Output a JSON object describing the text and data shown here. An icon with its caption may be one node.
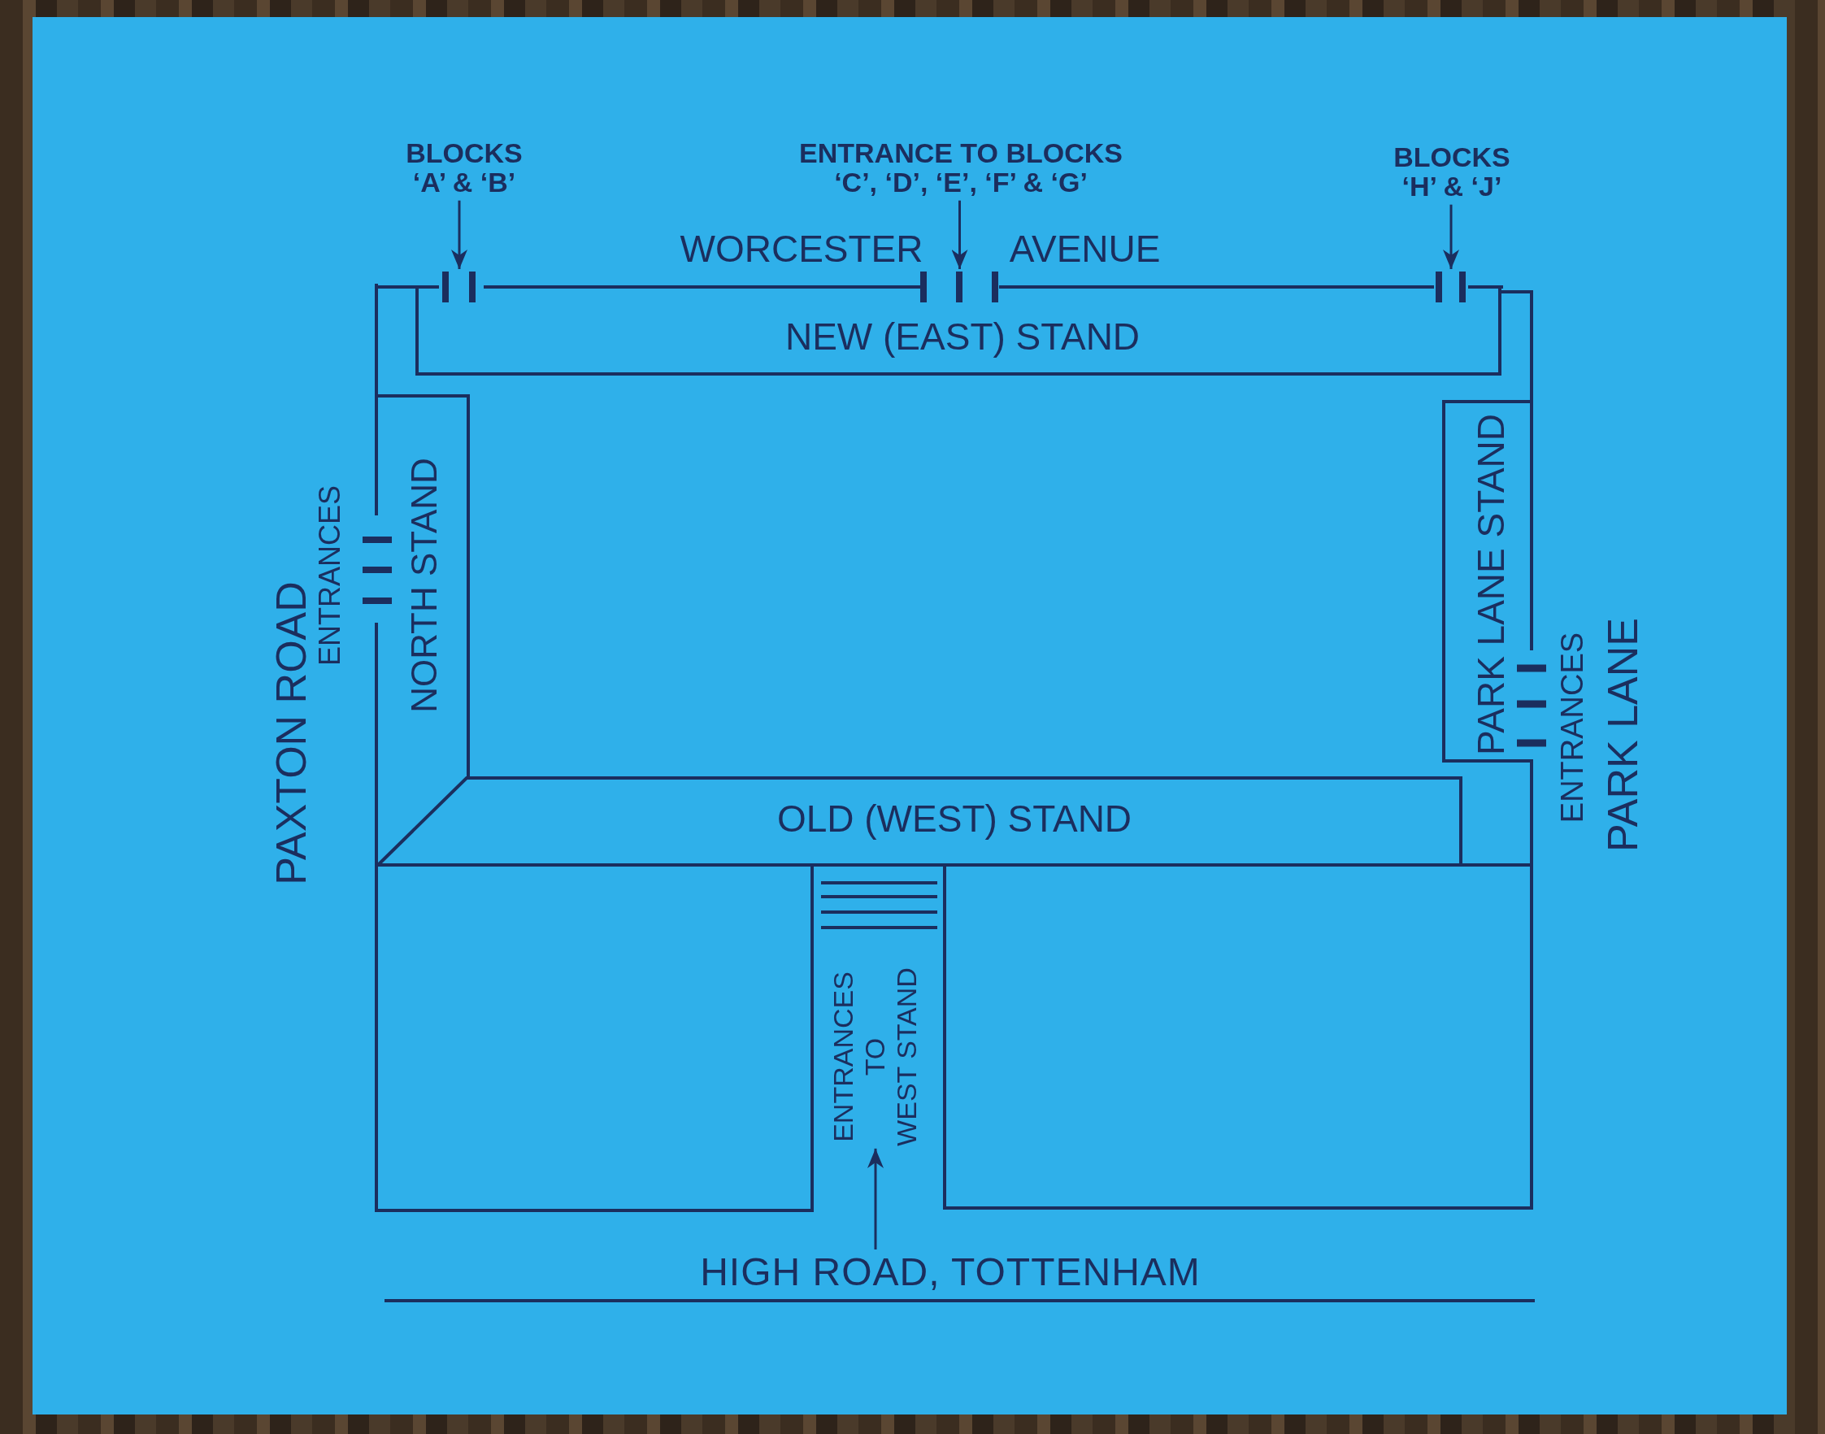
{
  "diagram": {
    "nodes": [
      {
        "text": [
          "BLOCKS ‘A’ & ‘B’"
        ]
      },
      {
        "text": [
          "ENTRANCE TO BLOCKS ‘C’, ‘D’, ‘E’, ‘F’ & ‘G’"
        ]
      },
      {
        "text": [
          "BLOCKS ‘H’ & ‘J’"
        ]
      },
      {
        "text": [],
        "shape": "bar"
      },
      {
        "text": [],
        "shape": "bar"
      },
      {
        "text": [],
        "shape": "bar"
      },
      {
        "text": [
          "NEW (EAST) STAND"
        ]
      },
      {
        "text": [
          "NORTH STAND"
        ]
      },
      {
        "text": [
          "PARK LANE STAND"
        ]
      },
      {
        "text": [
          "OLD (WEST) STAND"
        ]
      },
      {
        "text": [],
        "shape": "box"
      },
      {
        "text": [
          "ENTRANCES TO WEST STAND"
        ]
      },
      {
        "text": [],
        "shape": "box"
      },
      {
        "text": [
          "HIGH ROAD, TOTTENHAM"
        ]
      }
    ],
    "edges": [
      {
        "from": 0,
        "to": 3,
        "arrow": "to"
      },
      {
        "from": 1,
        "to": 4,
        "arrow": "to"
      },
      {
        "from": 2,
        "to": 5,
        "arrow": "to"
      },
      {
        "from": 13,
        "to": 11,
        "arrow": "to"
      }
    ],
    "labels": [
      "WORCESTER AVENUE",
      "PAXTON ROAD",
      "ENTRANCES",
      "ENTRANCES",
      "PARK LANE"
    ]
  }
}
